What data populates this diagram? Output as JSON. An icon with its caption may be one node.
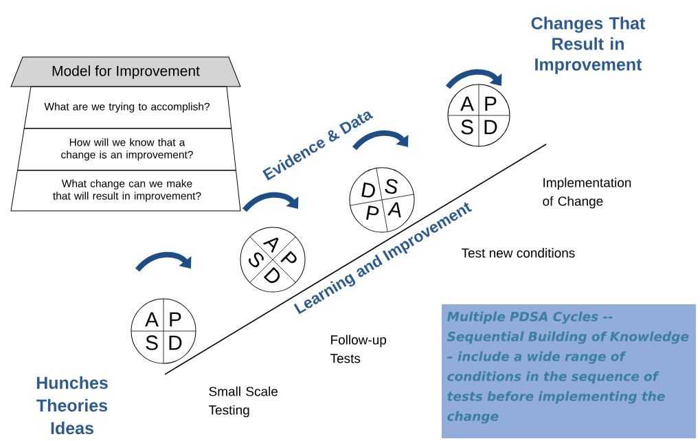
{
  "diagram": {
    "nodes": [
      {
        "text": [
          "Model for Improvement"
        ]
      },
      {
        "text": [
          "What are we trying to accomplish?"
        ]
      },
      {
        "text": [
          "How will we know that a change is an improvement?"
        ]
      },
      {
        "text": [
          "What change can we make that will result in improvement?"
        ]
      },
      {
        "text": [
          "A",
          "P",
          "S",
          "D"
        ]
      },
      {
        "text": [
          "A",
          "P",
          "S",
          "D"
        ]
      },
      {
        "text": [
          "D",
          "S",
          "P",
          "A"
        ]
      },
      {
        "text": [
          "A",
          "P",
          "S",
          "D"
        ]
      },
      {
        "text": [
          "Multiple PDSA Cycles -- Sequential Building of Knowledge – include a wide range of conditions in the sequence of tests before implementing the change"
        ]
      }
    ],
    "labels": [
      "Changes That Result in Improvement",
      "Evidence & Data",
      "Implementation of Change",
      "Test new conditions",
      "Learning and Improvement",
      "Follow-up Tests",
      "Hunches Theories Ideas",
      "Small Scale Testing"
    ]
  }
}
